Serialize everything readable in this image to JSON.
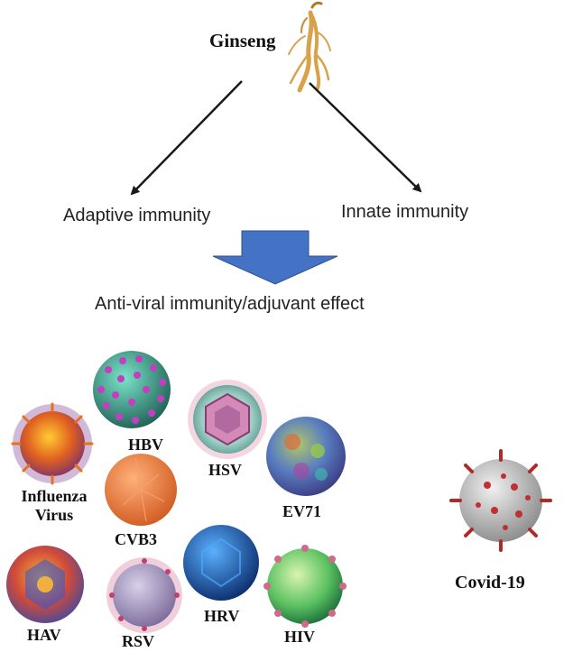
{
  "diagram": {
    "source": "Ginseng",
    "branches": [
      "Adaptive immunity",
      "Innate immunity"
    ],
    "result": "Anti-viral immunity/adjuvant effect",
    "viruses": {
      "hbv": "HBV",
      "hsv": "HSV",
      "ev71": "EV71",
      "influenza_line1": "Influenza",
      "influenza_line2": "Virus",
      "cvb3": "CVB3",
      "hav": "HAV",
      "rsv": "RSV",
      "hrv": "HRV",
      "hiv": "HIV",
      "covid": "Covid-19"
    }
  },
  "colors": {
    "arrow": "#1a1a1a",
    "block_arrow": "#4472c4",
    "ginseng_root": "#d8a24a"
  }
}
